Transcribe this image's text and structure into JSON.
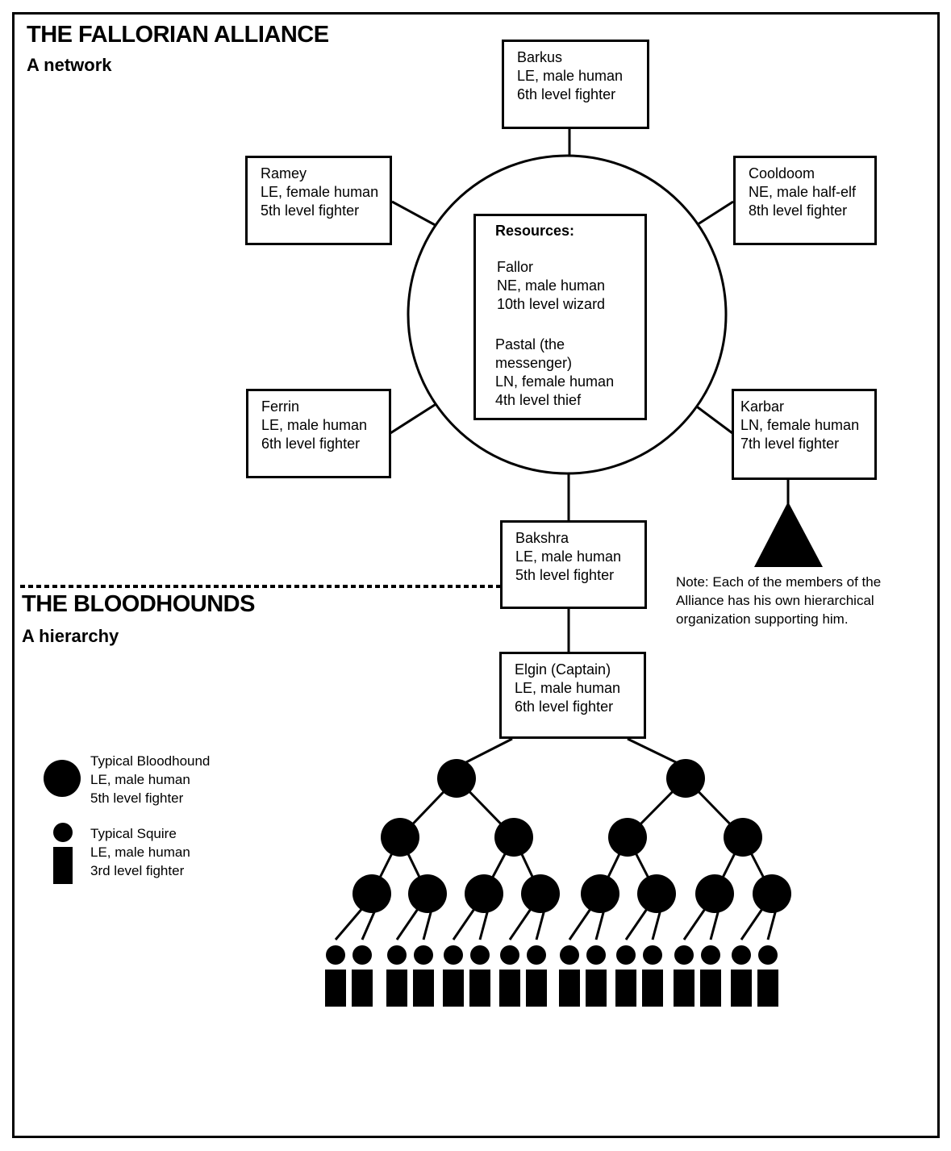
{
  "alliance": {
    "title": "THE FALLORIAN ALLIANCE",
    "subtitle": "A network",
    "members": [
      {
        "id": "barkus",
        "name": "Barkus",
        "details": [
          "LE, male human",
          "6th level fighter"
        ]
      },
      {
        "id": "ramey",
        "name": "Ramey",
        "details": [
          "LE, female human",
          "5th level fighter"
        ]
      },
      {
        "id": "cooldoom",
        "name": "Cooldoom",
        "details": [
          "NE, male half-elf",
          "8th level fighter"
        ]
      },
      {
        "id": "ferrin",
        "name": "Ferrin",
        "details": [
          "LE, male human",
          "6th level fighter"
        ]
      },
      {
        "id": "karbar",
        "name": "Karbar",
        "details": [
          "LN, female human",
          "7th level fighter"
        ]
      },
      {
        "id": "bakshra",
        "name": "Bakshra",
        "details": [
          "LE, male human",
          "5th level fighter"
        ]
      }
    ],
    "resources": {
      "title": "Resources:",
      "fallor": [
        "Fallor",
        "NE, male human",
        "10th level wizard"
      ],
      "pastal": [
        "Pastal (the",
        "messenger)",
        "LN, female human",
        "4th level thief"
      ]
    },
    "note": [
      "Note: Each of the members of the",
      "Alliance has his own hierarchical",
      "organization supporting him."
    ]
  },
  "bloodhounds": {
    "title": "THE BLOODHOUNDS",
    "subtitle": "A hierarchy",
    "captain": {
      "name": "Elgin (Captain)",
      "details": [
        "LE, male human",
        "6th level fighter"
      ]
    },
    "legend": {
      "bloodhound": [
        "Typical Bloodhound",
        "LE, male human",
        "5th level fighter"
      ],
      "squire": [
        "Typical Squire",
        "LE, male human",
        "3rd level fighter"
      ]
    }
  },
  "colors": {
    "ink": "#000000",
    "paper": "#ffffff"
  }
}
